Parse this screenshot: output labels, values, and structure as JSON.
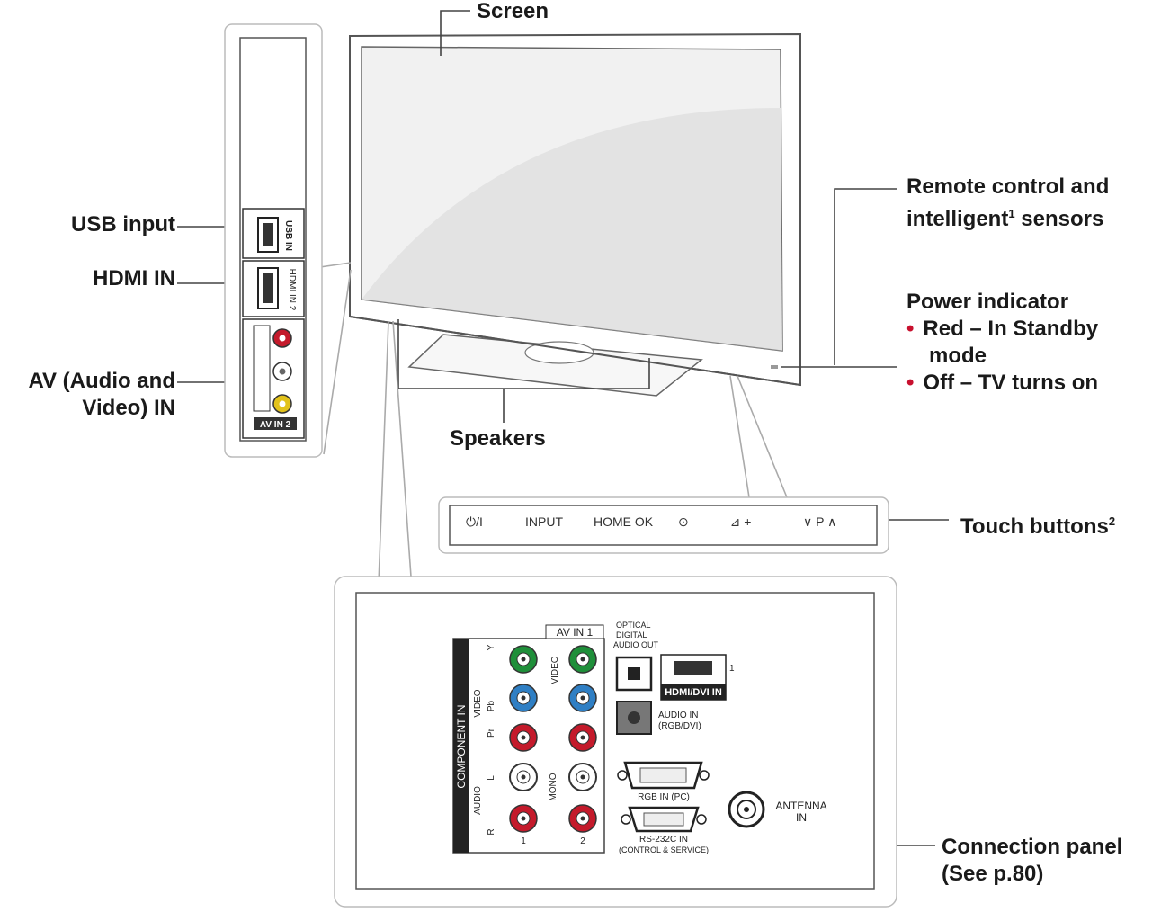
{
  "labels": {
    "screen": "Screen",
    "remote_line1": "Remote control and",
    "remote_line2_a": "intelligent",
    "remote_sup": "1",
    "remote_line2_b": " sensors",
    "power_title": "Power indicator",
    "power_red_a": "Red – In Standby",
    "power_red_b": "mode",
    "power_off": "Off – TV turns on",
    "usb": "USB input",
    "hdmi": "HDMI IN",
    "av_line1": "AV (Audio and",
    "av_line2": "Video) IN",
    "speakers": "Speakers",
    "touch": "Touch buttons",
    "touch_sup": "2",
    "connection_line1": "Connection panel",
    "connection_line2": "(See p.80)"
  },
  "touch_buttons": {
    "power": "⏻/I",
    "input": "INPUT",
    "home_ok": "HOME OK",
    "settings": "⊙",
    "volume": "– ⊿ +",
    "program": "∨ P ∧"
  },
  "side_panel": {
    "usb_in": "USB IN",
    "hdmi_in": "HDMI IN 2",
    "av_in": "AV IN 2"
  },
  "connection_panel": {
    "av_in1": "AV IN 1",
    "component_in": "COMPONENT IN",
    "video": "VIDEO",
    "audio": "AUDIO",
    "y": "Y",
    "pb": "Pb",
    "pr": "Pr",
    "l": "L",
    "r": "R",
    "mono": "MONO",
    "one": "1",
    "two": "2",
    "optical_1": "OPTICAL",
    "optical_2": "DIGITAL",
    "optical_3": "AUDIO OUT",
    "hdmi_dvi": "HDMI/DVI IN",
    "hdmi_num": "1",
    "audio_in_1": "AUDIO IN",
    "audio_in_2": "(RGB/DVI)",
    "rgb_in": "RGB IN (PC)",
    "rs232_1": "RS-232C IN",
    "rs232_2": "(CONTROL & SERVICE)",
    "antenna_1": "ANTENNA",
    "antenna_2": "IN"
  },
  "colors": {
    "bullet": "#c8102e",
    "jack_green": "#1f8f3a",
    "jack_blue": "#2f7fc4",
    "jack_red": "#c41a2b",
    "jack_yellow": "#e2c21a"
  }
}
